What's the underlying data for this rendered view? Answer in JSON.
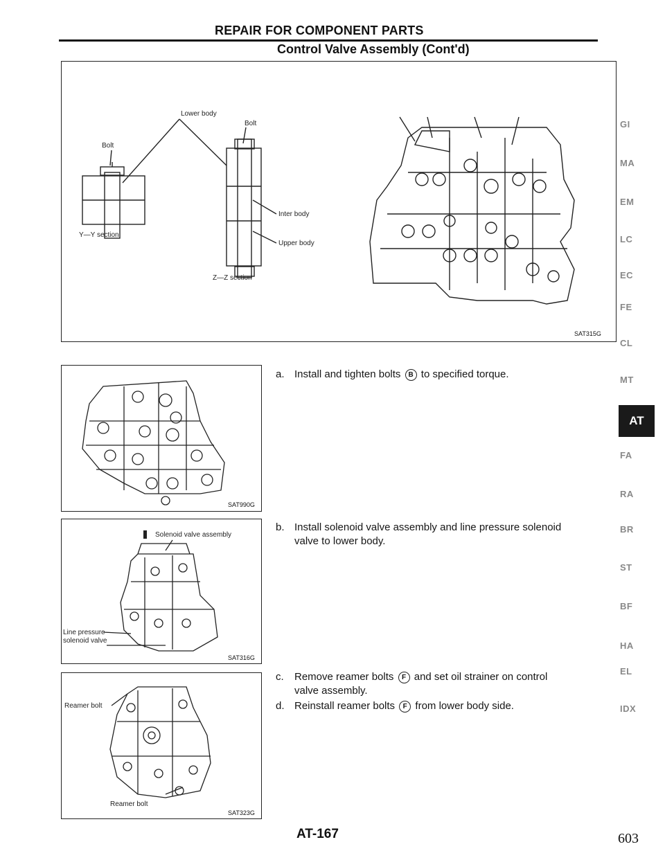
{
  "header": {
    "section_title": "REPAIR FOR COMPONENT PARTS",
    "subtitle": "Control Valve Assembly (Cont'd)"
  },
  "figure_top": {
    "code": "SAT315G",
    "labels": {
      "lower_body": "Lower body",
      "bolt_f": "Bolt",
      "bolt_e": "Bolt",
      "inter_body": "Inter body",
      "upper_body": "Upper body",
      "yy_section": "Y—Y section",
      "zz_section": "Z—Z section"
    }
  },
  "figure_1": {
    "code": "SAT990G"
  },
  "figure_2": {
    "code": "SAT316G",
    "solenoid_label": "Solenoid valve assembly",
    "line_pressure_1": "Line pressure",
    "line_pressure_2": "solenoid valve"
  },
  "figure_3": {
    "code": "SAT323G",
    "reamer_top": "Reamer bolt",
    "reamer_bottom": "Reamer bolt"
  },
  "steps": {
    "a_label": "a.",
    "a_text_1": "Install and tighten bolts",
    "a_bolt": "B",
    "a_text_2": "to specified torque.",
    "b_label": "b.",
    "b_line1": "Install solenoid valve assembly and line pressure solenoid",
    "b_line2": "valve to lower body.",
    "c_label": "c.",
    "c_text_1": "Remove reamer bolts",
    "c_bolt": "F",
    "c_text_2": "and set oil strainer on control",
    "c_line2": "valve assembly.",
    "d_label": "d.",
    "d_text_1": "Reinstall reamer bolts",
    "d_bolt": "F",
    "d_text_2": "from lower body side."
  },
  "side_tabs": [
    "GI",
    "MA",
    "EM",
    "LC",
    "EC",
    "FE",
    "CL",
    "MT",
    "AT",
    "FA",
    "RA",
    "BR",
    "ST",
    "BF",
    "HA",
    "EL",
    "IDX"
  ],
  "active_tab": "AT",
  "footer": {
    "page_code": "AT-167",
    "page_number": "603"
  }
}
